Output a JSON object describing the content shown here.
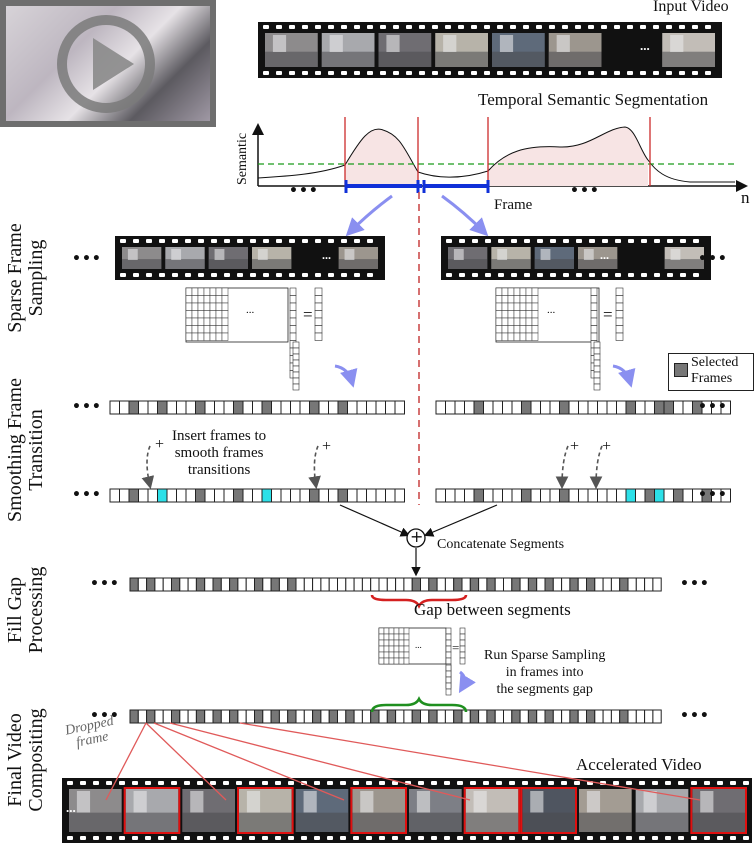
{
  "play_thumb": {
    "icon": "play-icon",
    "background": "#6e6e6e",
    "circle": "#888888",
    "triangle": "#8a8a8a"
  },
  "titles": {
    "input_video": "Input Video",
    "temporal_semantic_segmentation": "Temporal Semantic Segmentation",
    "accelerated_video": "Accelerated Video"
  },
  "plot": {
    "y_label": "Semantic",
    "x_label": "Frame",
    "n_label": "n",
    "dots": "•••",
    "threshold_color": "#1a9a1a",
    "fill_color": "#f7e4e4",
    "boundary_color": "#cc2b2b",
    "segment_color": "#1030d8"
  },
  "sections": {
    "sparse_frame_sampling": "Sparse Frame\nSampling",
    "smoothing_frame_transition": "Smoothing Frame\nTransition",
    "fill_gap_processing": "Fill Gap\nProcessing",
    "final_video_compositing": "Final Video\nCompositing"
  },
  "matrix": {
    "dots": "...",
    "equals": "=",
    "vertical_dots": "⋮"
  },
  "legend": {
    "label": "Selected\nFrames",
    "swatch_color": "#777777"
  },
  "annotations": {
    "insert_frames": "Insert frames to\nsmooth frames\ntransitions",
    "plus": "+",
    "concatenate": "Concatenate Segments",
    "concat_symbol": "+",
    "gap": "Gap between segments",
    "run_sparse": "Run Sparse Sampling\nin frames into\nthe segments gap",
    "dropped": "Dropped\nframe"
  },
  "ellipsis": "•••",
  "film_ellipsis": "...",
  "colors": {
    "selected": "#777777",
    "inserted": "#2ce0e8",
    "red_brace": "#d42020",
    "green_brace": "#1f8f1f",
    "arrow_blue": "#8a8ff0",
    "dashed_red": "#c84040",
    "red_line": "#e05a5a"
  },
  "strips": {
    "smooth_left": [
      "w",
      "w",
      "s",
      "w",
      "w",
      "s",
      "w",
      "w",
      "w",
      "s",
      "w",
      "w",
      "w",
      "s",
      "w",
      "w",
      "s",
      "w",
      "w",
      "w",
      "w",
      "s",
      "w",
      "w",
      "s",
      "w",
      "w",
      "w",
      "w",
      "w",
      "w"
    ],
    "smooth_right": [
      "w",
      "w",
      "w",
      "w",
      "s",
      "w",
      "w",
      "w",
      "w",
      "s",
      "w",
      "w",
      "w",
      "s",
      "w",
      "w",
      "w",
      "w",
      "w",
      "w",
      "s",
      "w",
      "w",
      "s",
      "s",
      "w",
      "w",
      "s",
      "w",
      "w",
      "w"
    ],
    "insert_left": [
      "w",
      "w",
      "s",
      "w",
      "w",
      "c",
      "w",
      "w",
      "w",
      "s",
      "w",
      "w",
      "w",
      "s",
      "w",
      "w",
      "c",
      "w",
      "w",
      "w",
      "w",
      "s",
      "w",
      "w",
      "s",
      "w",
      "w",
      "w",
      "w",
      "w",
      "w"
    ],
    "insert_right": [
      "w",
      "w",
      "w",
      "w",
      "s",
      "w",
      "w",
      "w",
      "w",
      "s",
      "w",
      "w",
      "w",
      "s",
      "w",
      "w",
      "w",
      "w",
      "w",
      "w",
      "c",
      "w",
      "s",
      "c",
      "w",
      "s",
      "w",
      "w",
      "s",
      "w",
      "w"
    ],
    "concat": [
      "s",
      "w",
      "s",
      "w",
      "w",
      "s",
      "w",
      "w",
      "s",
      "w",
      "s",
      "w",
      "s",
      "w",
      "w",
      "s",
      "w",
      "s",
      "w",
      "s",
      "w",
      "w",
      "w",
      "w",
      "w",
      "w",
      "w",
      "w",
      "w",
      "w",
      "w",
      "w",
      "w",
      "w",
      "s",
      "w",
      "s",
      "w",
      "w",
      "s",
      "w",
      "s",
      "w",
      "s",
      "w",
      "w",
      "s",
      "w",
      "s",
      "w",
      "s",
      "w",
      "w",
      "s",
      "w",
      "s",
      "w",
      "w",
      "w",
      "s",
      "w",
      "w",
      "w",
      "w"
    ],
    "final": [
      "s",
      "w",
      "s",
      "w",
      "w",
      "s",
      "w",
      "w",
      "s",
      "w",
      "s",
      "w",
      "s",
      "w",
      "w",
      "s",
      "w",
      "s",
      "w",
      "s",
      "w",
      "w",
      "s",
      "w",
      "s",
      "w",
      "s",
      "w",
      "w",
      "s",
      "w",
      "s",
      "w",
      "w",
      "s",
      "w",
      "s",
      "w",
      "w",
      "s",
      "w",
      "s",
      "w",
      "s",
      "w",
      "w",
      "s",
      "w",
      "s",
      "w",
      "s",
      "w",
      "w",
      "s",
      "w",
      "s",
      "w",
      "w",
      "w",
      "s",
      "w",
      "w",
      "w",
      "w"
    ]
  }
}
